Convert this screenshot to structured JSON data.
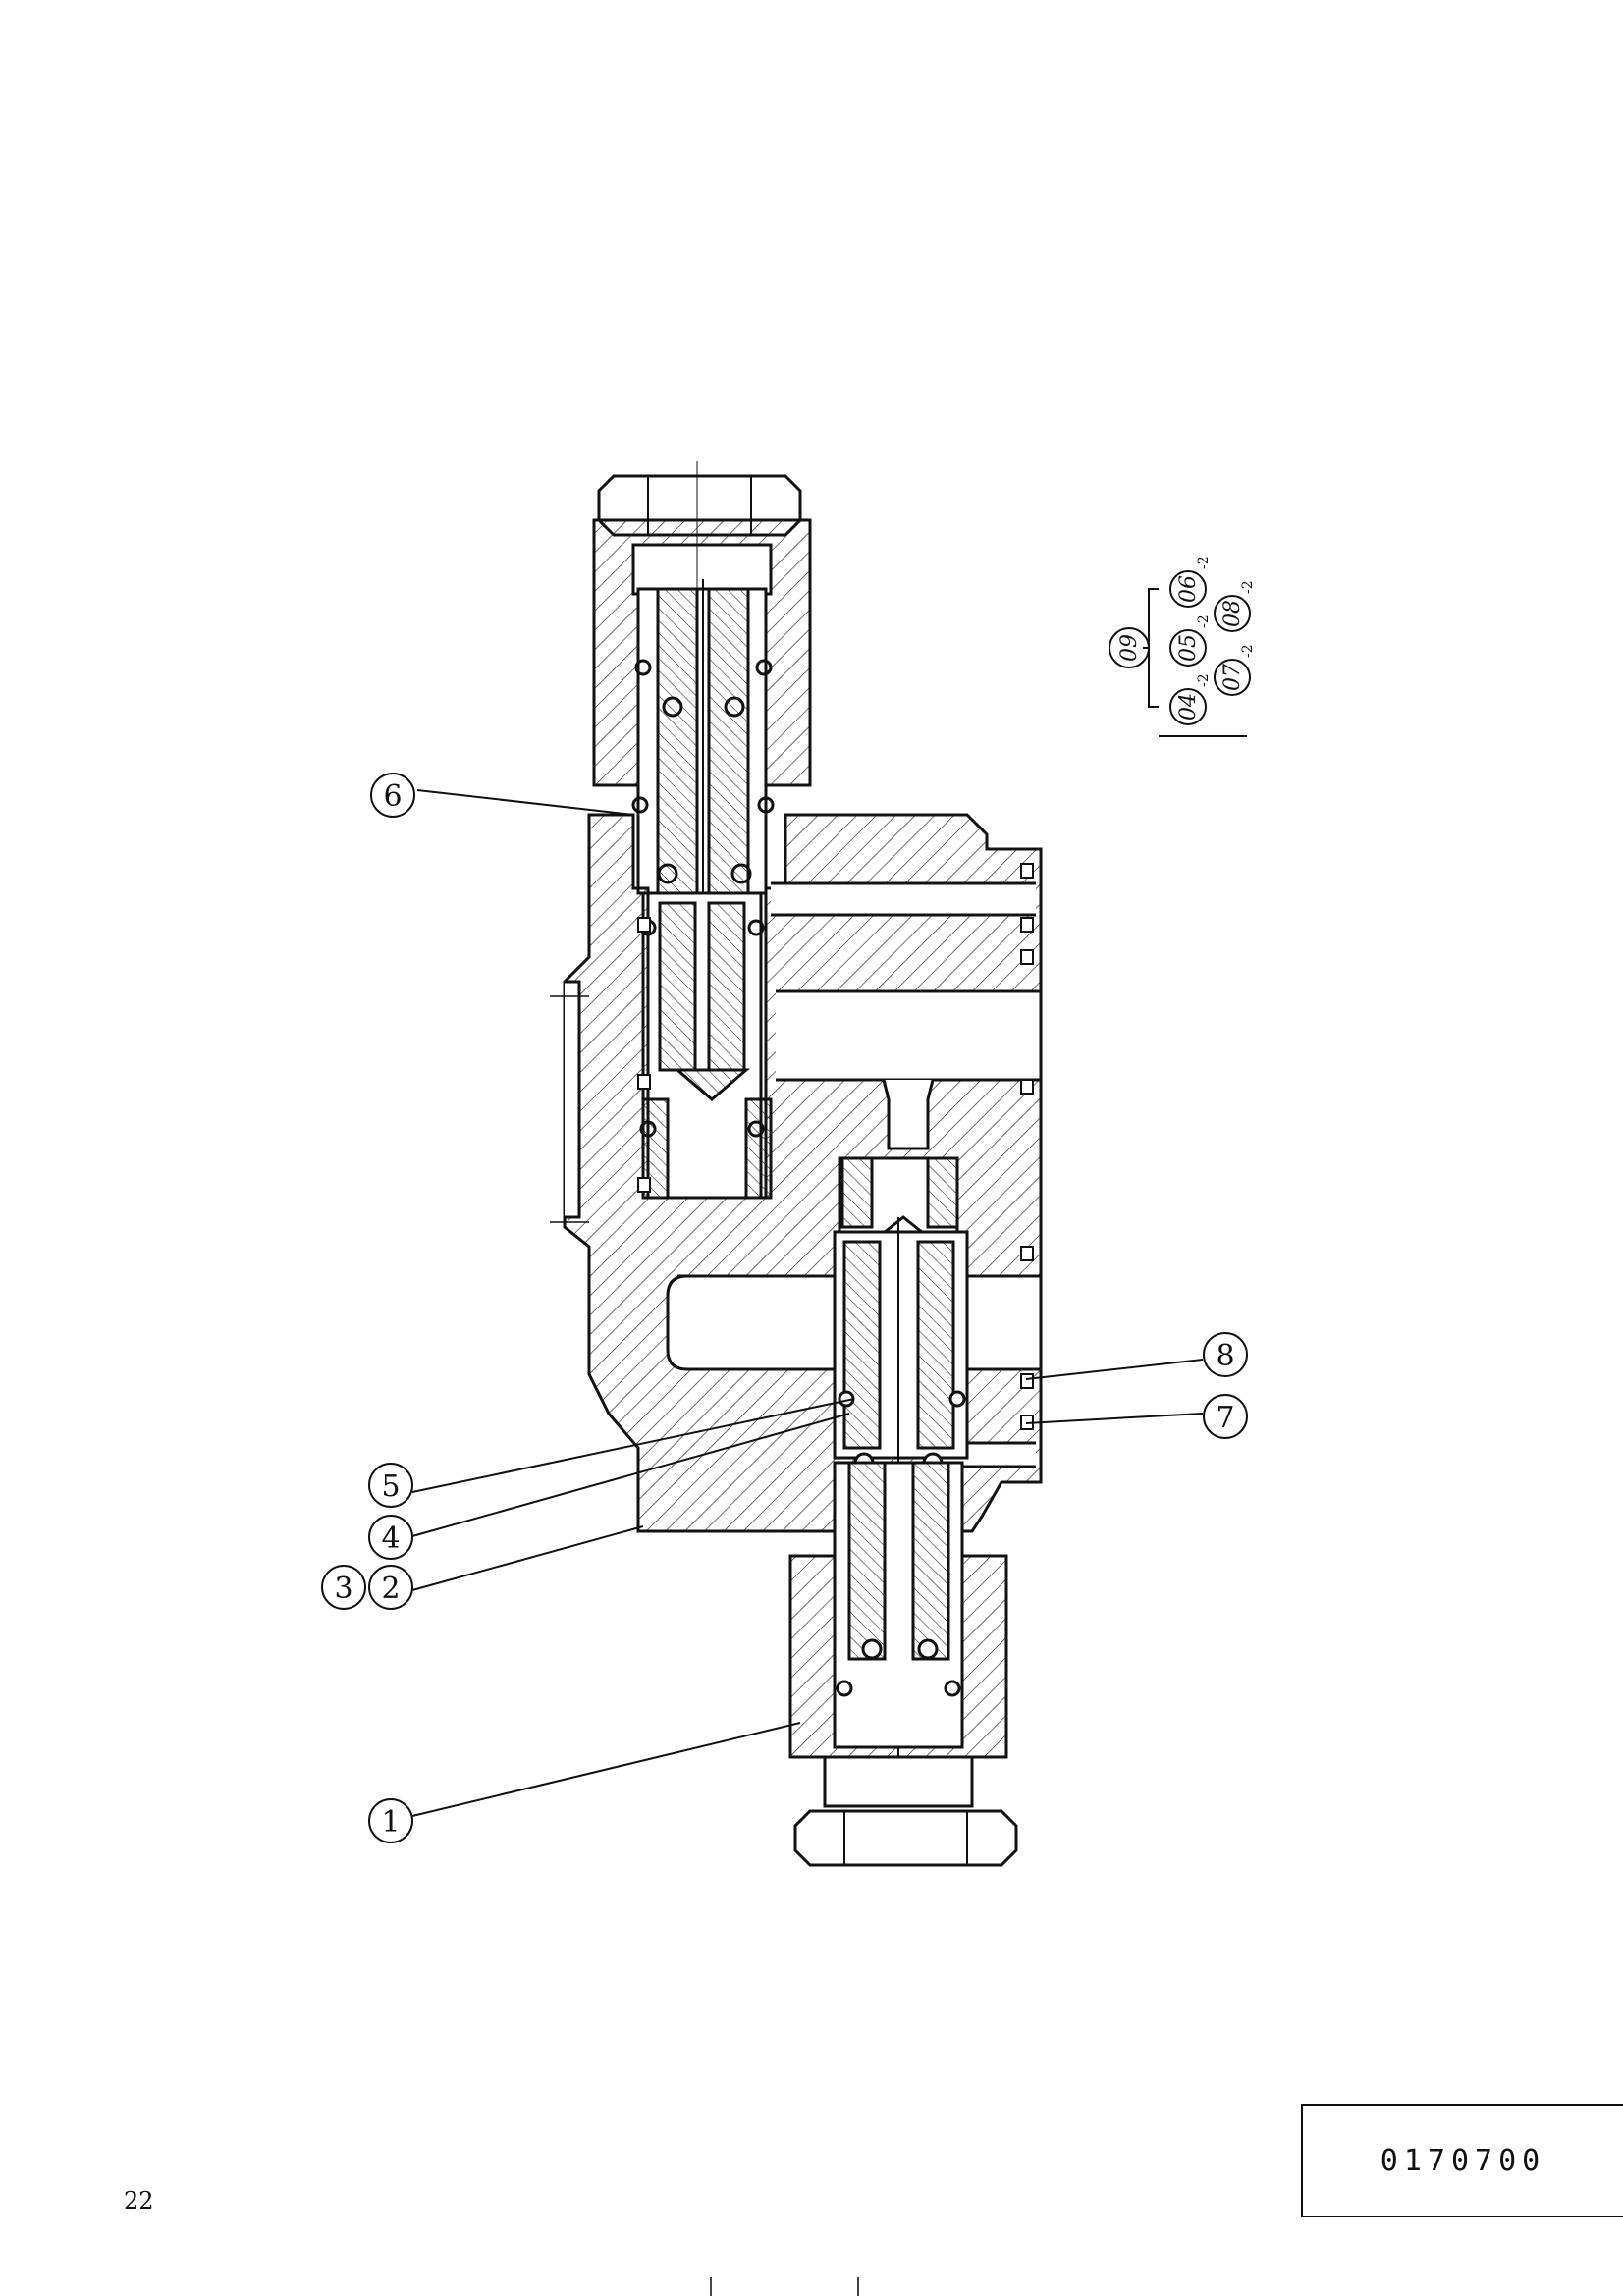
{
  "callouts": [
    {
      "id": "c1",
      "label": "1"
    },
    {
      "id": "c2",
      "label": "2"
    },
    {
      "id": "c3",
      "label": "3"
    },
    {
      "id": "c4",
      "label": "4"
    },
    {
      "id": "c5",
      "label": "5"
    },
    {
      "id": "c6",
      "label": "6"
    },
    {
      "id": "c7",
      "label": "7"
    },
    {
      "id": "c8",
      "label": "8"
    }
  ],
  "kit": {
    "main": "09",
    "items": [
      {
        "label": "04",
        "qty": "-2"
      },
      {
        "label": "05",
        "qty": "-2"
      },
      {
        "label": "06",
        "qty": "-2"
      },
      {
        "label": "07",
        "qty": "-2"
      },
      {
        "label": "08",
        "qty": "-2"
      }
    ]
  },
  "page_number": "22",
  "document_number": "0170700"
}
